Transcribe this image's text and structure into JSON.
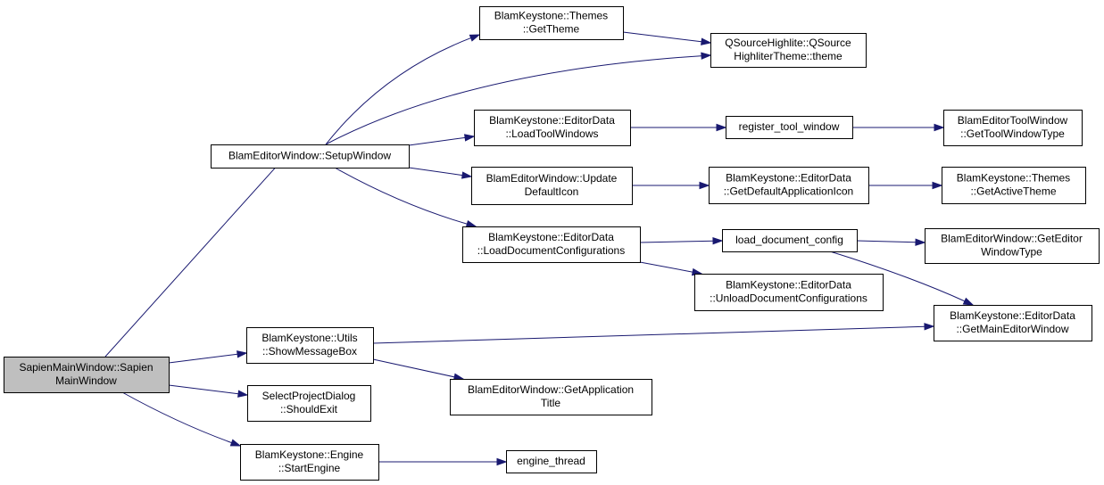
{
  "graph": {
    "edge_color": "#191970",
    "root_fill": "#bfbfbf",
    "nodes": [
      {
        "id": "sapien",
        "lines": [
          "SapienMainWindow::Sapien",
          "MainWindow"
        ],
        "root": true,
        "interactable": true
      },
      {
        "id": "setup",
        "lines": [
          "BlamEditorWindow::SetupWindow"
        ],
        "interactable": true
      },
      {
        "id": "themes_get",
        "lines": [
          "BlamKeystone::Themes",
          "::GetTheme"
        ],
        "interactable": true
      },
      {
        "id": "qsource",
        "lines": [
          "QSourceHighlite::QSource",
          "HighliterTheme::theme"
        ],
        "interactable": true
      },
      {
        "id": "loadtool",
        "lines": [
          "BlamKeystone::EditorData",
          "::LoadToolWindows"
        ],
        "interactable": true
      },
      {
        "id": "register",
        "lines": [
          "register_tool_window"
        ],
        "interactable": true
      },
      {
        "id": "toolwintype",
        "lines": [
          "BlamEditorToolWindow",
          "::GetToolWindowType"
        ],
        "interactable": true
      },
      {
        "id": "updateicon",
        "lines": [
          "BlamEditorWindow::Update",
          "DefaultIcon"
        ],
        "interactable": true
      },
      {
        "id": "defappicon",
        "lines": [
          "BlamKeystone::EditorData",
          "::GetDefaultApplicationIcon"
        ],
        "interactable": true
      },
      {
        "id": "activetheme",
        "lines": [
          "BlamKeystone::Themes",
          "::GetActiveTheme"
        ],
        "interactable": true
      },
      {
        "id": "loaddoc",
        "lines": [
          "BlamKeystone::EditorData",
          "::LoadDocumentConfigurations"
        ],
        "interactable": true
      },
      {
        "id": "loaddocconfig",
        "lines": [
          "load_document_config"
        ],
        "interactable": true
      },
      {
        "id": "editorwintype",
        "lines": [
          "BlamEditorWindow::GetEditor",
          "WindowType"
        ],
        "interactable": true
      },
      {
        "id": "unloaddoc",
        "lines": [
          "BlamKeystone::EditorData",
          "::UnloadDocumentConfigurations"
        ],
        "interactable": true
      },
      {
        "id": "showmsg",
        "lines": [
          "BlamKeystone::Utils",
          "::ShowMessageBox"
        ],
        "interactable": true
      },
      {
        "id": "mainwin",
        "lines": [
          "BlamKeystone::EditorData",
          "::GetMainEditorWindow"
        ],
        "interactable": true
      },
      {
        "id": "apptitle",
        "lines": [
          "BlamEditorWindow::GetApplication",
          "Title"
        ],
        "interactable": true
      },
      {
        "id": "shouldexit",
        "lines": [
          "SelectProjectDialog",
          "::ShouldExit"
        ],
        "interactable": true
      },
      {
        "id": "startengine",
        "lines": [
          "BlamKeystone::Engine",
          "::StartEngine"
        ],
        "interactable": true
      },
      {
        "id": "enginethread",
        "lines": [
          "engine_thread"
        ],
        "interactable": true
      }
    ],
    "edges": [
      [
        "sapien",
        "setup"
      ],
      [
        "sapien",
        "showmsg"
      ],
      [
        "sapien",
        "shouldexit"
      ],
      [
        "sapien",
        "startengine"
      ],
      [
        "setup",
        "themes_get"
      ],
      [
        "setup",
        "qsource"
      ],
      [
        "setup",
        "loadtool"
      ],
      [
        "setup",
        "updateicon"
      ],
      [
        "setup",
        "loaddoc"
      ],
      [
        "themes_get",
        "qsource"
      ],
      [
        "loadtool",
        "register"
      ],
      [
        "register",
        "toolwintype"
      ],
      [
        "updateicon",
        "defappicon"
      ],
      [
        "defappicon",
        "activetheme"
      ],
      [
        "loaddoc",
        "loaddocconfig"
      ],
      [
        "loaddoc",
        "unloaddoc"
      ],
      [
        "loaddocconfig",
        "editorwintype"
      ],
      [
        "loaddocconfig",
        "mainwin"
      ],
      [
        "showmsg",
        "mainwin"
      ],
      [
        "showmsg",
        "apptitle"
      ],
      [
        "startengine",
        "enginethread"
      ]
    ]
  }
}
